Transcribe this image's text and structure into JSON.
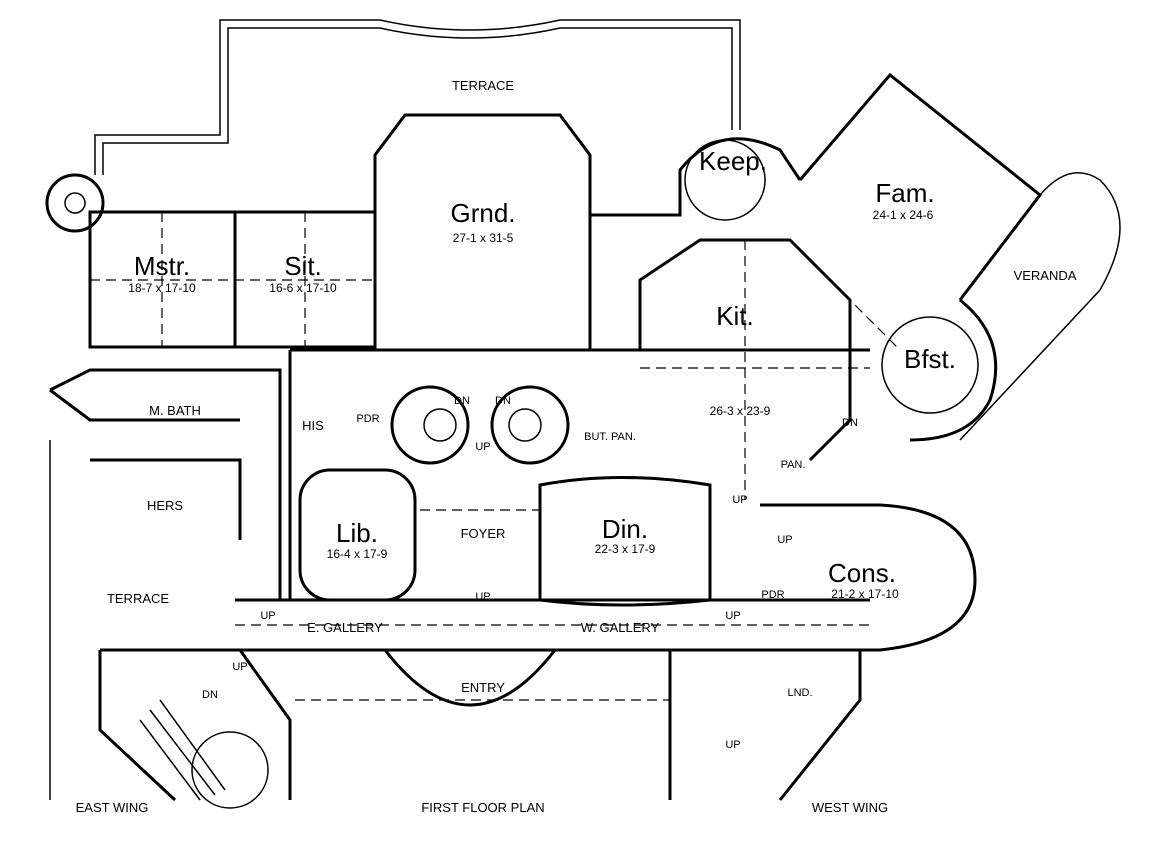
{
  "title": "FIRST FLOOR PLAN",
  "rooms": {
    "terrace_top": "TERRACE",
    "grand": {
      "name": "Grnd.",
      "dim": "27-1 x 31-5"
    },
    "keep": {
      "name": "Keep."
    },
    "family": {
      "name": "Fam.",
      "dim": "24-1 x 24-6"
    },
    "veranda": "VERANDA",
    "master": {
      "name": "Mstr.",
      "dim": "18-7 x 17-10"
    },
    "sitting": {
      "name": "Sit.",
      "dim": "16-6 x 17-10"
    },
    "kitchen": {
      "name": "Kit.",
      "dim": "26-3 x 23-9"
    },
    "breakfast": {
      "name": "Bfst."
    },
    "master_bath": "M. BATH",
    "his": "HIS",
    "pdr1": "PDR",
    "butler_pantry": "BUT. PAN.",
    "pantry": "PAN.",
    "hers": "HERS",
    "library": {
      "name": "Lib.",
      "dim": "16-4 x 17-9"
    },
    "foyer": "FOYER",
    "dining": {
      "name": "Din.",
      "dim": "22-3 x 17-9"
    },
    "conservatory": {
      "name": "Cons.",
      "dim": "21-2 x 17-10"
    },
    "pdr2": "PDR",
    "terrace_left": "TERRACE",
    "e_gallery": "E. GALLERY",
    "w_gallery": "W. GALLERY",
    "entry": "ENTRY",
    "laundry": "LND.",
    "east_wing": "EAST WING",
    "west_wing": "WEST WING"
  },
  "stairs": {
    "up": "UP",
    "dn": "DN"
  }
}
